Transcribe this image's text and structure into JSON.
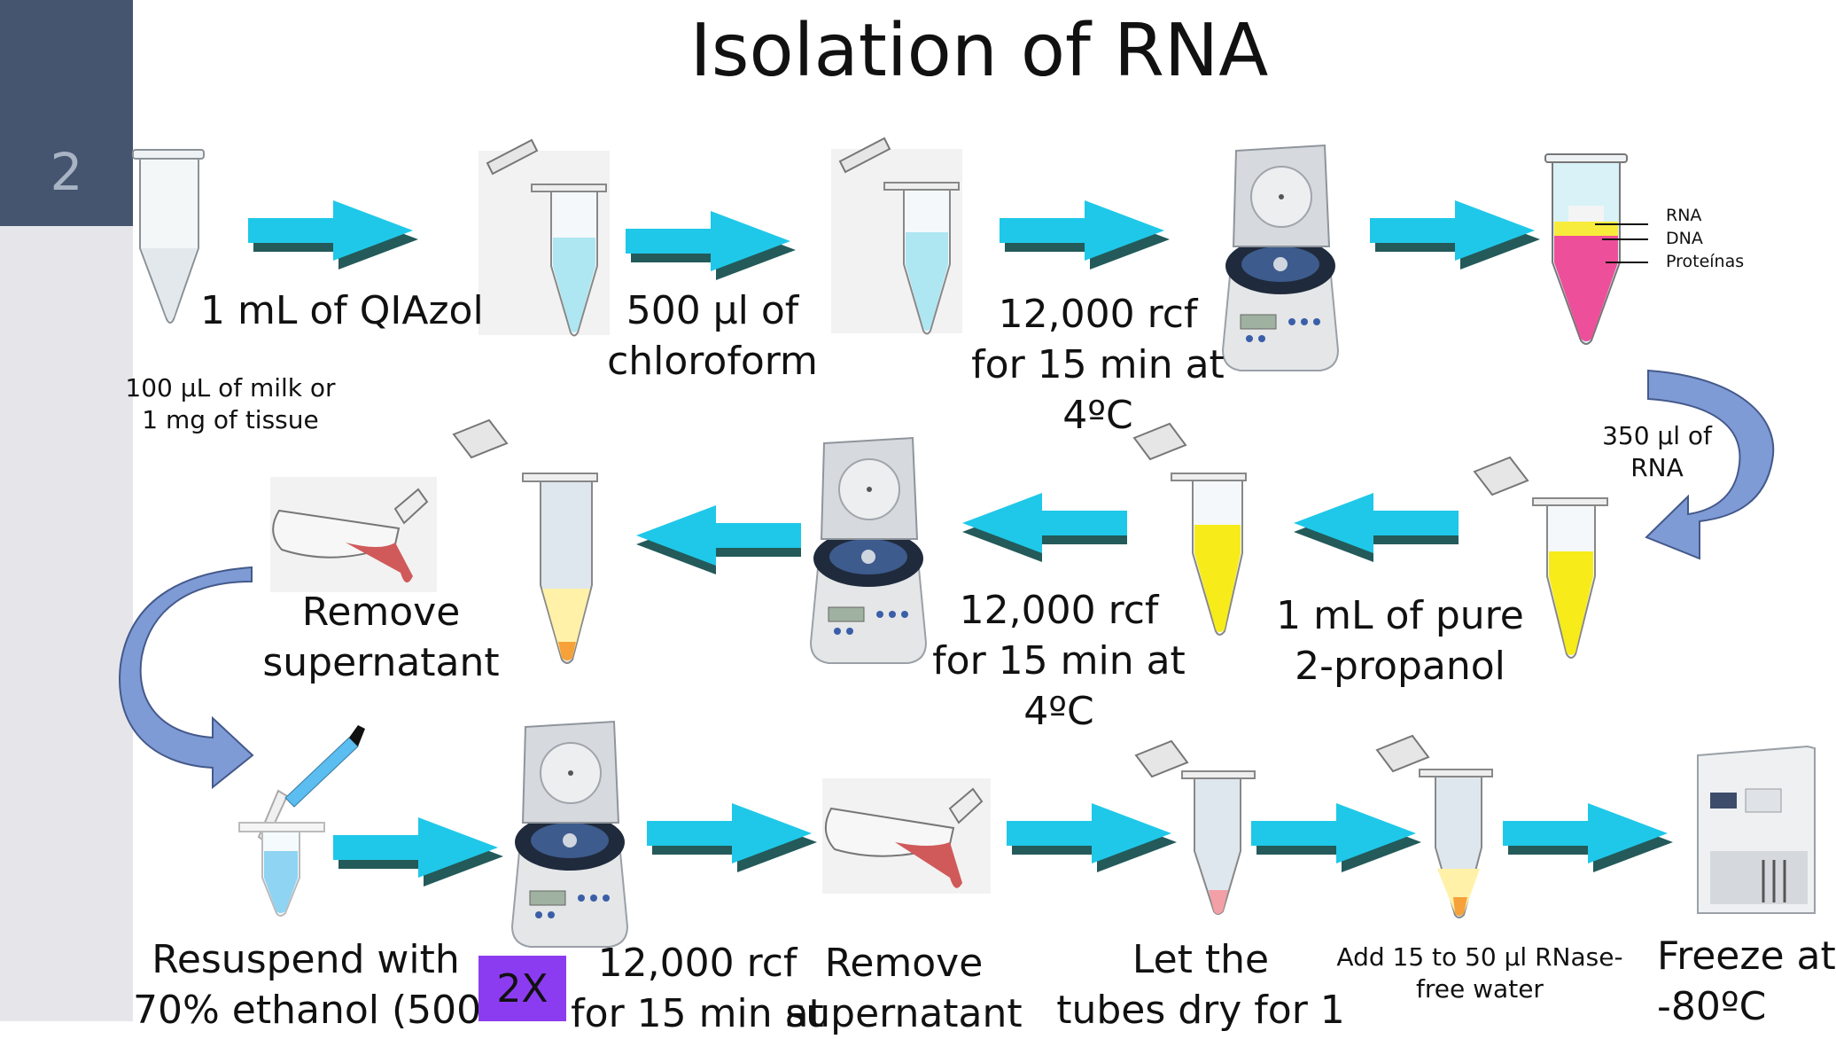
{
  "slide": {
    "number": "2",
    "title": "Isolation of RNA"
  },
  "labels": {
    "qiazol": "1 mL of QIAzol",
    "sample": [
      "100 µL of milk or",
      "1 mg of tissue"
    ],
    "chloroform": [
      "500 µl of",
      "chloroform"
    ],
    "centrifuge1": [
      "12,000 rcf",
      "for 15 min at",
      "4ºC"
    ],
    "layers": [
      "RNA",
      "DNA",
      "Proteínas"
    ],
    "rna_transfer": [
      "350 µl of",
      "RNA"
    ],
    "propanol": [
      "1 mL of pure",
      "2-propanol"
    ],
    "centrifuge2": [
      "12,000 rcf",
      "for 15 min at",
      "4ºC"
    ],
    "remove1": [
      "Remove",
      "supernatant"
    ],
    "resuspend": [
      "Resuspend with",
      "70% ethanol (500"
    ],
    "repeat_badge": "2X",
    "centrifuge3": [
      "12,000 rcf",
      "for 15 min at"
    ],
    "remove2": [
      "Remove",
      "supernatant"
    ],
    "dry": [
      "Let the",
      "tubes dry for 1"
    ],
    "water": [
      "Add 15 to 50 µl RNase-",
      "free water"
    ],
    "freeze": [
      "Freeze at",
      "-80ºC"
    ]
  },
  "colors": {
    "arrow": "#1fc8e8",
    "arrow_shadow": "#245a5a",
    "curve_arrow": "#7f9bd6",
    "badge": "#8c3cf0",
    "side_dark": "#45556f",
    "side_light": "#e6e6ea"
  }
}
